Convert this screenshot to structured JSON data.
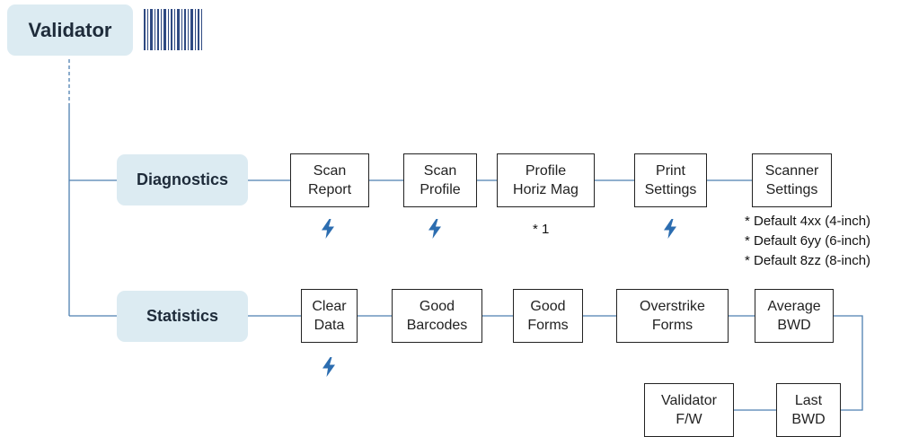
{
  "title": "Validator",
  "icons": {
    "barcode": "barcode-icon",
    "bolt": "lightning-bolt-icon"
  },
  "colors": {
    "pill_bg": "#dcebf2",
    "line": "#4d7fb0",
    "bolt": "#2c6db0",
    "barcode": "#2f4a82"
  },
  "diagnostics": {
    "label": "Diagnostics",
    "nodes": [
      {
        "line1": "Scan",
        "line2": "Report"
      },
      {
        "line1": "Scan",
        "line2": "Profile"
      },
      {
        "line1": "Profile",
        "line2": "Horiz Mag"
      },
      {
        "line1": "Print",
        "line2": "Settings"
      },
      {
        "line1": "Scanner",
        "line2": "Settings"
      }
    ],
    "note_profile": "* 1",
    "scanner_notes": [
      "* Default 4xx (4-inch)",
      "* Default 6yy (6-inch)",
      "* Default 8zz (8-inch)"
    ]
  },
  "statistics": {
    "label": "Statistics",
    "nodes": [
      {
        "line1": "Clear",
        "line2": "Data"
      },
      {
        "line1": "Good",
        "line2": "Barcodes"
      },
      {
        "line1": "Good",
        "line2": "Forms"
      },
      {
        "line1": "Overstrike",
        "line2": "Forms"
      },
      {
        "line1": "Average",
        "line2": "BWD"
      },
      {
        "line1": "Last",
        "line2": "BWD"
      },
      {
        "line1": "Validator",
        "line2": "F/W"
      }
    ]
  }
}
